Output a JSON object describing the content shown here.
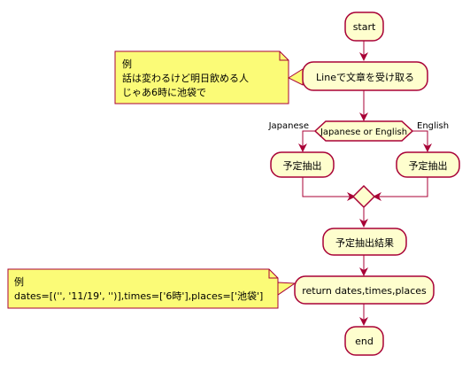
{
  "nodes": {
    "start": "start",
    "receive": "Lineで文章を受け取る",
    "decision": "Japanese or English",
    "extract_left": "予定抽出",
    "extract_right": "予定抽出",
    "result": "予定抽出結果",
    "return": "return dates,times,places",
    "end": "end"
  },
  "branches": {
    "left": "Japanese",
    "right": "English"
  },
  "notes": {
    "top": {
      "lines": [
        "例",
        "話は変わるけど明日飲める人",
        "じゃあ6時に池袋で"
      ]
    },
    "bottom": {
      "lines": [
        "例",
        "dates=[('', '11/19', '')],times=['6時'],places=['池袋']"
      ]
    }
  },
  "colors": {
    "node_fill": "#FEFECE",
    "node_stroke": "#A80036",
    "note_fill": "#FBFB77",
    "note_stroke": "#A80036",
    "arrow": "#A80036"
  }
}
